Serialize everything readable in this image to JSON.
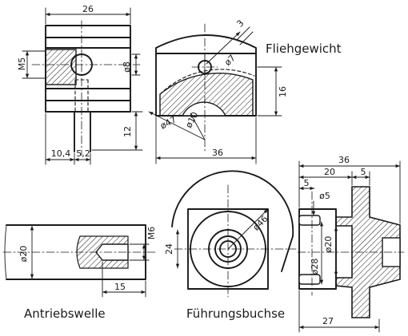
{
  "captions": {
    "fliehgewicht": "Fliehgewicht",
    "antriebswelle": "Antriebswelle",
    "fuehrungsbuchse": "Führungsbuchse"
  },
  "dims": {
    "fg_front_width": "26",
    "fg_thread": "M5",
    "fg_hole": "ø8",
    "fg_height_lower": "12",
    "fg_offset": "10,4",
    "fg_slot": "5,2",
    "fg_side_gap": "3",
    "fg_bore": "ø7",
    "fg_height": "16",
    "fg_radius_outer": "ø47",
    "fg_radius_inner": "ø10",
    "fg_side_width": "36",
    "aw_diameter": "ø20",
    "aw_thread": "M6",
    "aw_depth": "15",
    "fb_diameter_outer": "ø46",
    "fb_height": "24",
    "fb_total_width": "36",
    "fb_width_20": "20",
    "fb_width_5a": "5",
    "fb_width_5b": "5",
    "fb_hole": "ø5",
    "fb_bore_20": "ø20",
    "fb_bore_28": "ø28",
    "fb_length": "27"
  }
}
